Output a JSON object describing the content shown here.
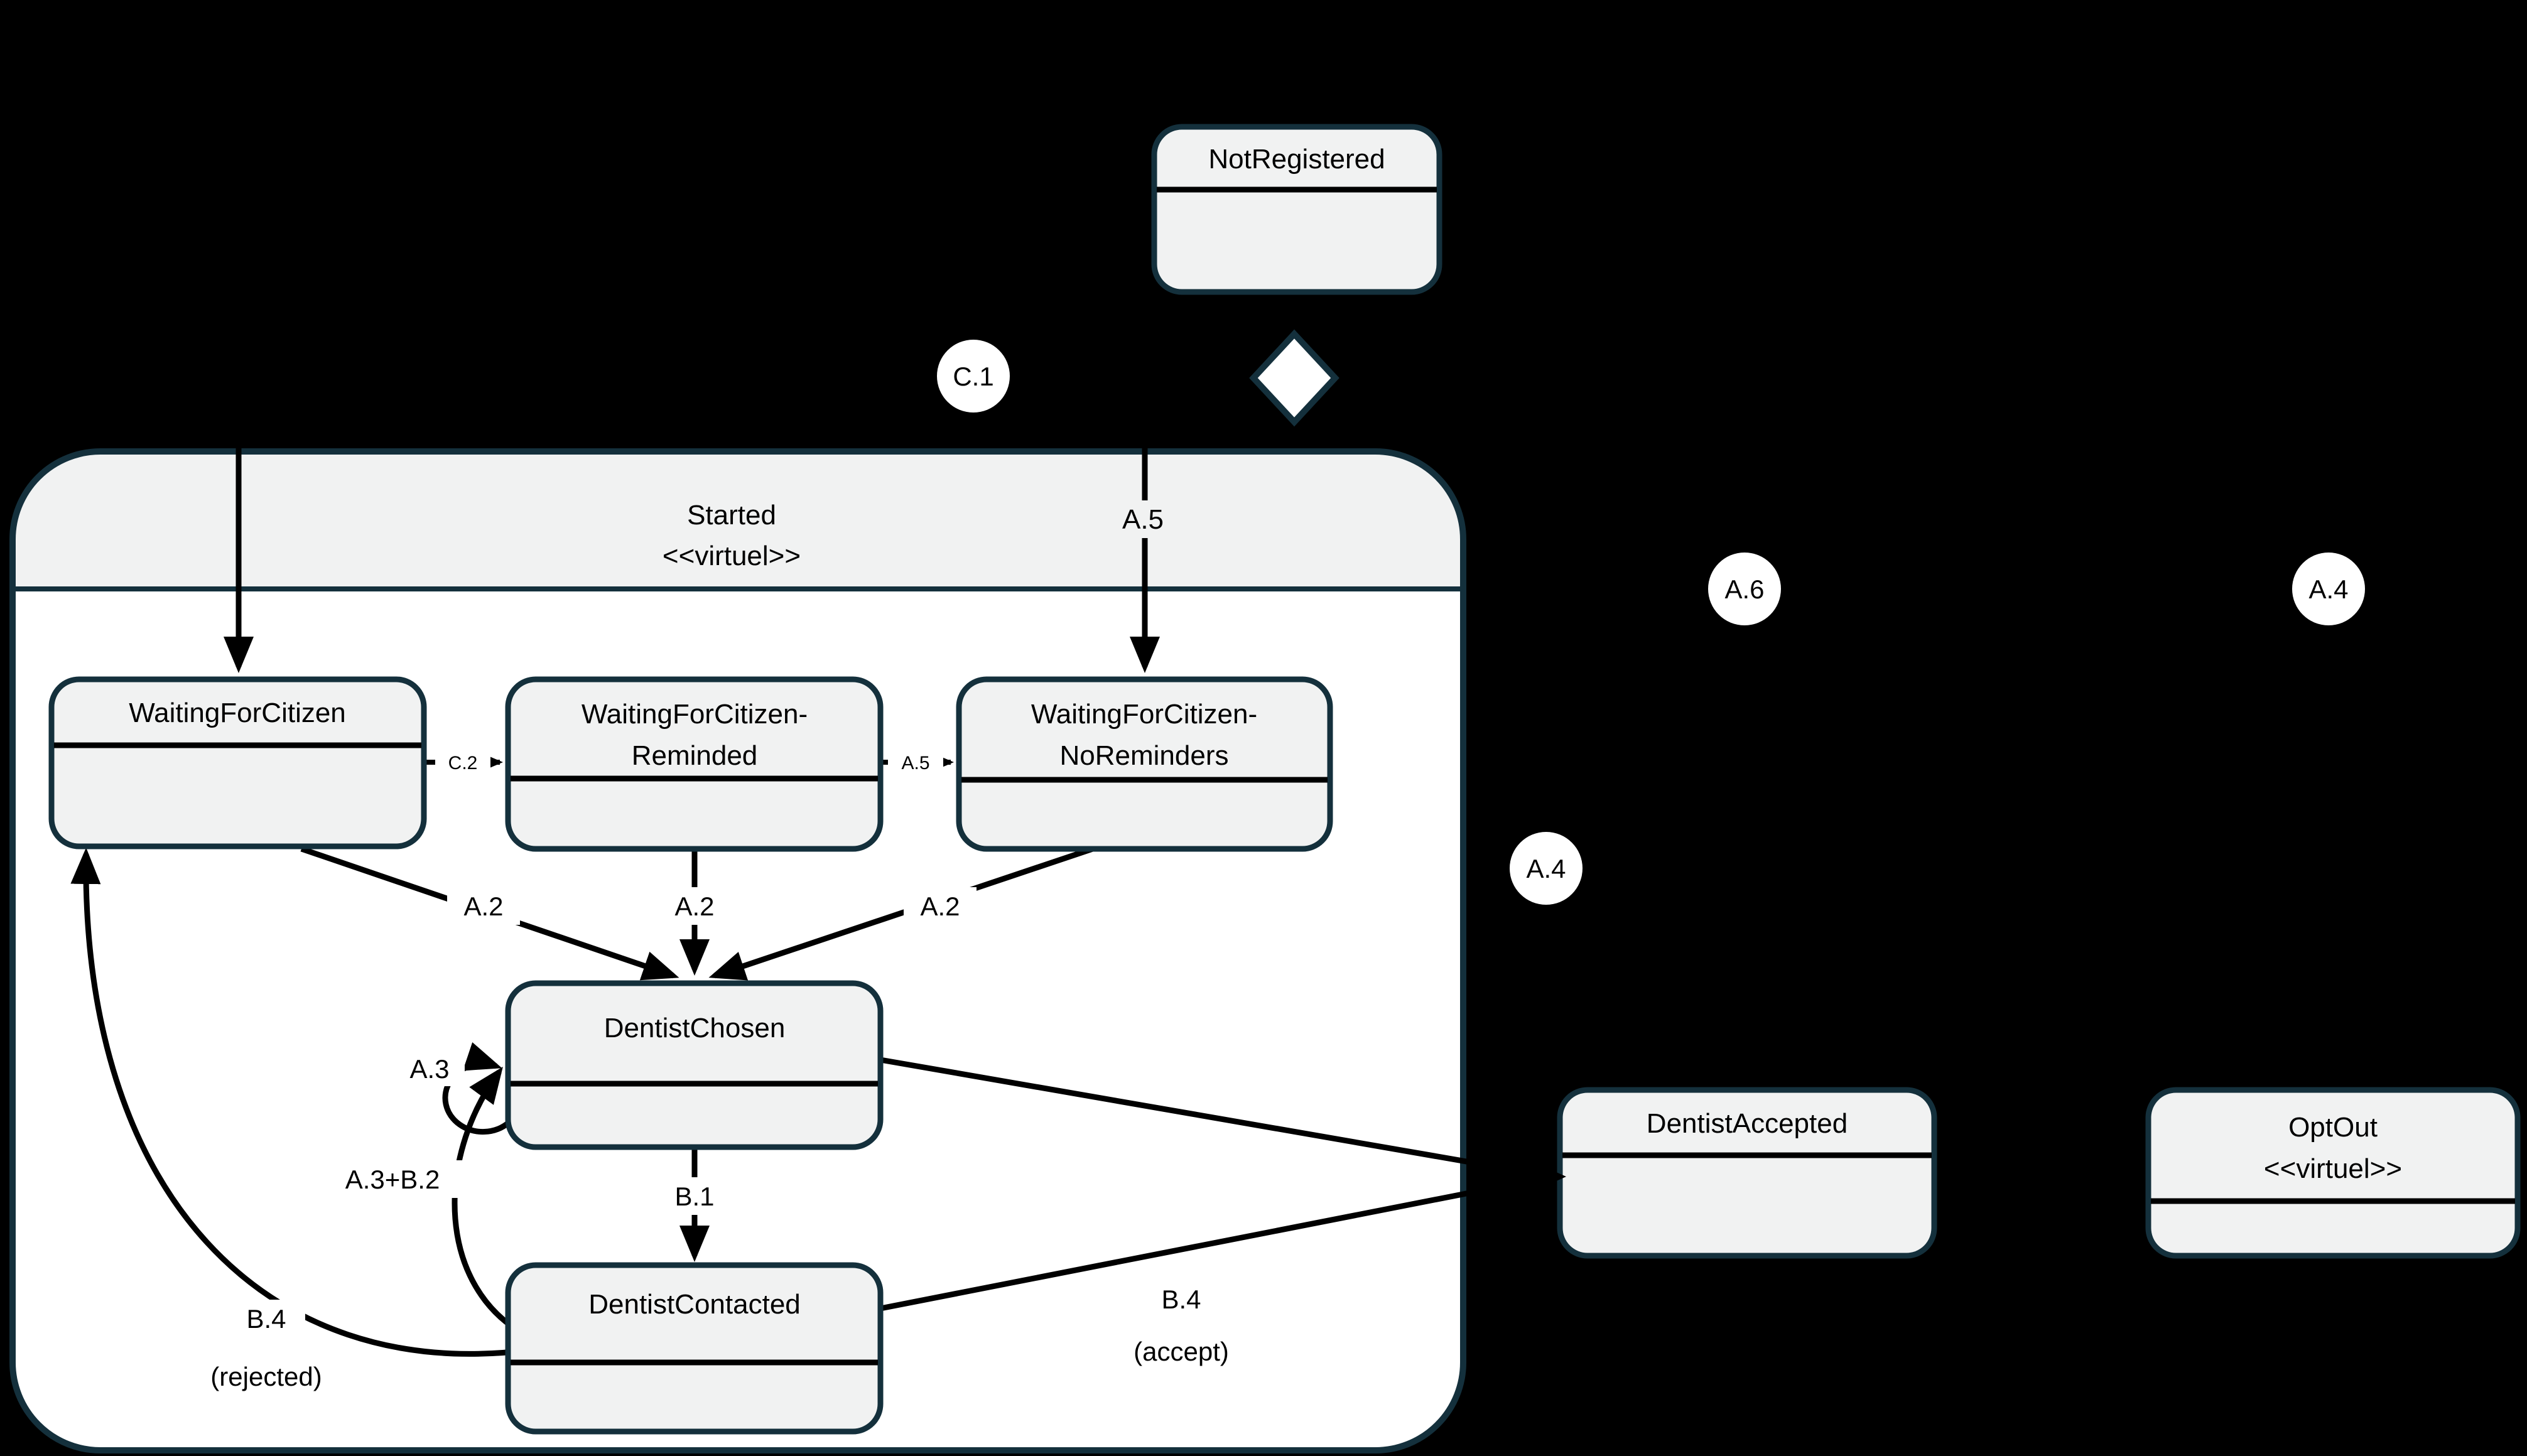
{
  "colors": {
    "background": "#000000",
    "box_fill": "#f1f2f2",
    "box_border": "#14303c",
    "line": "#000000",
    "text": "#000000",
    "white": "#ffffff"
  },
  "composite": {
    "title": "Started",
    "stereotype": "<<virtuel>>"
  },
  "states": {
    "not_registered": {
      "title": "NotRegistered"
    },
    "waiting_for_citizen": {
      "title": "WaitingForCitizen"
    },
    "waiting_reminded": {
      "line1": "WaitingForCitizen-",
      "line2": "Reminded"
    },
    "waiting_no_reminders": {
      "line1": "WaitingForCitizen-",
      "line2": "NoReminders"
    },
    "dentist_chosen": {
      "title": "DentistChosen"
    },
    "dentist_contacted": {
      "title": "DentistContacted"
    },
    "dentist_accepted": {
      "title": "DentistAccepted"
    },
    "opt_out": {
      "line1": "OptOut",
      "line2": "<<virtuel>>"
    }
  },
  "transitions": {
    "a5_top": "A.5",
    "c2": "C.2",
    "a5_mid": "A.5",
    "a2_left": "A.2",
    "a2_mid": "A.2",
    "a2_right": "A.2",
    "a3": "A.3",
    "a3_b2": "A.3+B.2",
    "b1": "B.1",
    "b4_rejected": {
      "line1": "B.4",
      "line2": "(rejected)"
    },
    "b4_accept": {
      "line1": "B.4",
      "line2": "(accept)"
    }
  },
  "markers": {
    "c1": "C.1",
    "a6": "A.6",
    "a4_right": "A.4",
    "a4_mid": "A.4"
  }
}
